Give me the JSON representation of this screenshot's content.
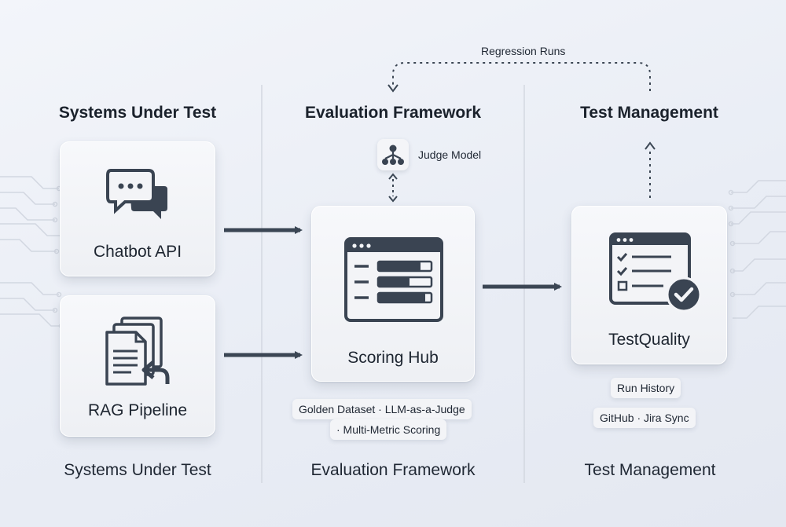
{
  "columns": {
    "left": {
      "title": "Systems Under Test",
      "footer": "Systems Under Test"
    },
    "middle": {
      "title": "Evaluation Framework",
      "footer": "Evaluation Framework"
    },
    "right": {
      "title": "Test Management",
      "footer": "Test Management"
    }
  },
  "nodes": {
    "chatbot": {
      "label": "Chatbot API",
      "icon": "chat-bubbles-icon"
    },
    "rag": {
      "label": "RAG Pipeline",
      "icon": "documents-return-icon"
    },
    "hub": {
      "label": "Scoring Hub",
      "icon": "dashboard-window-icon"
    },
    "testquality": {
      "label": "TestQuality",
      "icon": "checklist-window-icon"
    }
  },
  "judge": {
    "label": "Judge Model",
    "icon": "hierarchy-icon"
  },
  "loop": {
    "label": "Regression Runs"
  },
  "hub_chips": {
    "line1": "Golden Dataset · LLM-as-a-Judge",
    "line2": "· Multi-Metric Scoring"
  },
  "tq_chips": {
    "run_history": "Run History",
    "sync": "GitHub · Jira Sync"
  },
  "colors": {
    "ink": "#3a4452",
    "arrow": "#3b4654",
    "divider": "#c9ced8",
    "circuit": "#d3d8e2"
  }
}
